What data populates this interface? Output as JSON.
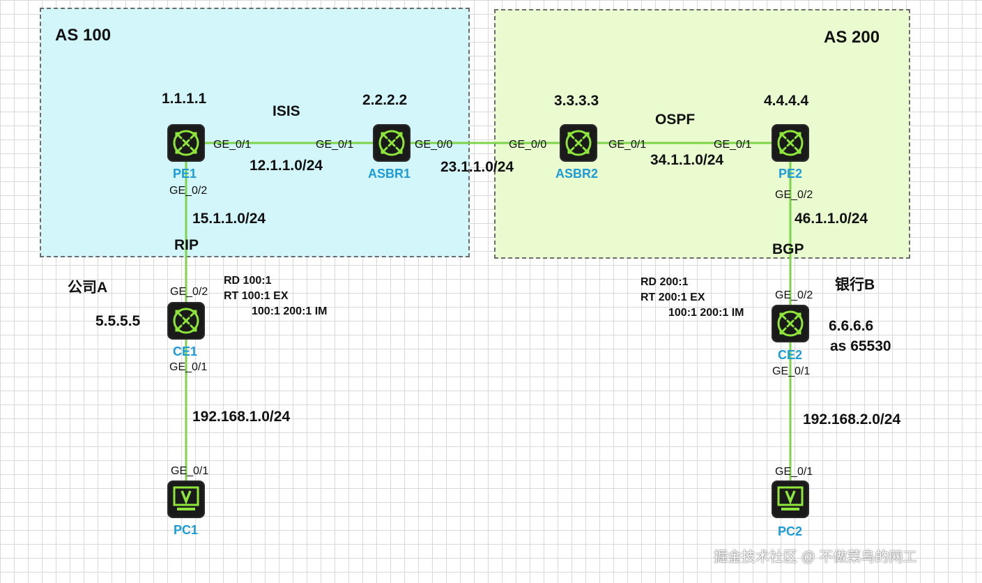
{
  "areas": {
    "as100": {
      "label": "AS 100",
      "color": "#d2f6fa"
    },
    "as200": {
      "label": "AS 200",
      "color": "#e9fbcf"
    }
  },
  "devices": {
    "pe1": {
      "name": "PE1",
      "id": "1.1.1.1",
      "type": "router"
    },
    "asbr1": {
      "name": "ASBR1",
      "id": "2.2.2.2",
      "type": "router"
    },
    "asbr2": {
      "name": "ASBR2",
      "id": "3.3.3.3",
      "type": "router"
    },
    "pe2": {
      "name": "PE2",
      "id": "4.4.4.4",
      "type": "router"
    },
    "ce1": {
      "name": "CE1",
      "id": "5.5.5.5",
      "type": "router"
    },
    "ce2": {
      "name": "CE2",
      "id": "6.6.6.6",
      "asn": "as 65530",
      "type": "router"
    },
    "pc1": {
      "name": "PC1",
      "type": "pc"
    },
    "pc2": {
      "name": "PC2",
      "type": "pc"
    }
  },
  "links": {
    "pe1_asbr1": {
      "network": "12.1.1.0/24",
      "protocol": "ISIS",
      "a_if": "GE_0/1",
      "b_if": "GE_0/1"
    },
    "asbr1_asbr2": {
      "network": "23.1.1.0/24",
      "a_if": "GE_0/0",
      "b_if": "GE_0/0"
    },
    "asbr2_pe2": {
      "network": "34.1.1.0/24",
      "protocol": "OSPF",
      "a_if": "GE_0/1",
      "b_if": "GE_0/1"
    },
    "pe1_ce1": {
      "network": "15.1.1.0/24",
      "protocol": "RIP",
      "a_if": "GE_0/2",
      "b_if": "GE_0/2"
    },
    "pe2_ce2": {
      "network": "46.1.1.0/24",
      "protocol": "BGP",
      "a_if": "GE_0/2",
      "b_if": "GE_0/2"
    },
    "ce1_pc1": {
      "network": "192.168.1.0/24",
      "a_if": "GE_0/1",
      "b_if": "GE_0/1"
    },
    "ce2_pc2": {
      "network": "192.168.2.0/24",
      "a_if": "GE_0/1",
      "b_if": "GE_0/1"
    }
  },
  "sites": {
    "a": {
      "label": "公司A"
    },
    "b": {
      "label": "银行B"
    }
  },
  "vpn": {
    "pe1": {
      "rd": "RD 100:1",
      "rt_ex": "RT 100:1 EX",
      "rt_im": "100:1 200:1 IM"
    },
    "pe2": {
      "rd": "RD 200:1",
      "rt_ex": "RT 200:1 EX",
      "rt_im": "100:1 200:1 IM"
    }
  },
  "colors": {
    "link": "#7dd44a",
    "router_icon": "#8ee63a",
    "label_blue": "#1d9bd7"
  },
  "watermark": "掘金技术社区 @ 不做菜鸟的网工"
}
